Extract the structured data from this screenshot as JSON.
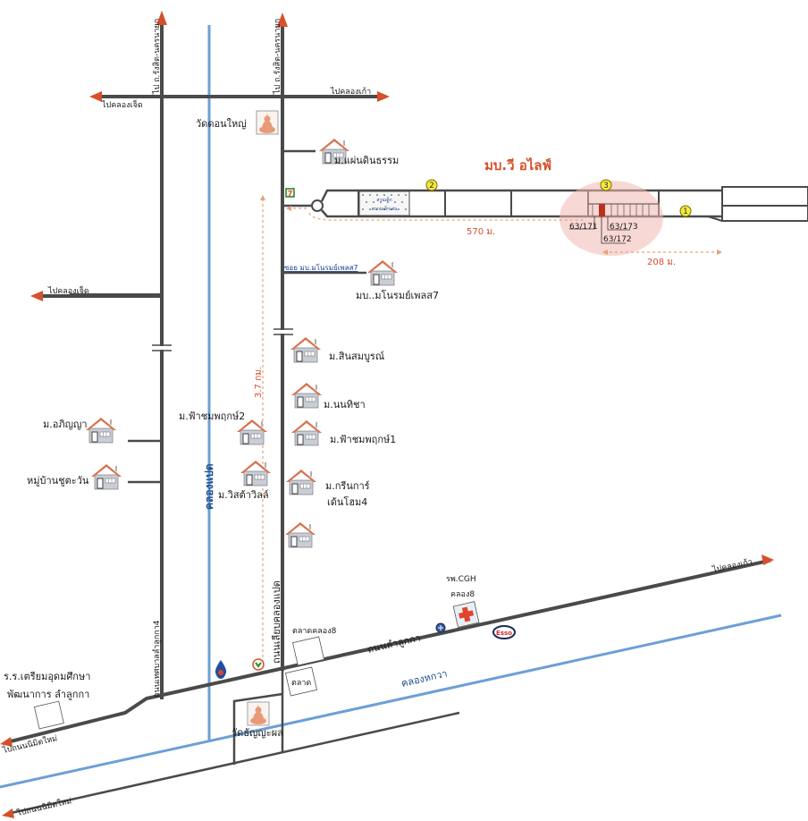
{
  "map": {
    "title": "มบ.วี อไลฟ์",
    "colors": {
      "road": "#4a4a4a",
      "canal": "#6c9fd6",
      "arrow": "#d6502a",
      "highlight": "#f2b8b0",
      "target_plot": "#b8321e",
      "marker": "#f5ea3c"
    },
    "directions": {
      "to_rangsit_left": "ไป ถ.รังสิต-นครนายก",
      "to_rangsit_right": "ไป ถ.รังสิต-นครนายก",
      "to_khlong7_top": "ไปคลองเจ็ด",
      "to_khlong9_top": "ไปคลองเก้า",
      "to_khlong7_mid": "ไปคลองเจ็ด",
      "to_khlong9_bottom": "ไปคลองเก้า",
      "to_nimit_mai_1": "ไปถนนนิมิตใหม่",
      "to_nimit_mai_2": "ไปถนนนิมิตใหม่"
    },
    "roads": {
      "lam_luk_ka": "ถนนลำลูกกา",
      "thetsaban_lam_luk_ka_4": "ถนนเทศบาลลำลูกกา4",
      "liap_khlong_8": "ถนนเลียบคลองแปด",
      "soi_monrose": "ซอย มบ.มโนรมย์เพลส7"
    },
    "canals": {
      "khlong_8": "คลองแปด",
      "khlong_hok_wa": "คลองหกวา"
    },
    "landmarks": {
      "wat_don_yai": "วัดดอนใหญ่",
      "wat_thanyaphon": "วัดธัญญะผล",
      "hospital_line1": "รพ.CGH",
      "hospital_line2": "คลอง8",
      "market_khlong_8": "ตลาดคลอง8",
      "market": "ตลาด",
      "school_line1": "ร.ร.เตรียมอุดมศึกษา",
      "school_line2": "พัฒนาการ ลำลูกกา",
      "esso": "Esso",
      "seven_eleven": "7",
      "playground_line1": "สวนเด็ก",
      "playground_line2": "สนามเด็กเล่น"
    },
    "villages": [
      {
        "name": "ม.แผ่นดินธรรม"
      },
      {
        "name": "มบ..มโนรมย์เพลส7"
      },
      {
        "name": "ม.สินสมบูรณ์"
      },
      {
        "name": "ม.นนทิชา"
      },
      {
        "name": "ม.ฟ้าชมพฤกษ์1"
      },
      {
        "name": "ม.ฟ้าชมพฤกษ์2"
      },
      {
        "name": "ม.กรีนการ์"
      },
      {
        "name": "เด้นโฮม4"
      },
      {
        "name": "ม.วิสต้าวิลล์"
      },
      {
        "name": "ม.อภิญญา"
      },
      {
        "name": "หมู่บ้านชูตะวัน"
      }
    ],
    "distances": {
      "from_main_road": "3.7 กม.",
      "along_soi": "570 ม.",
      "from_end": "208 ม."
    },
    "plots": {
      "p171": "63/171",
      "p172": "63/172",
      "p173": "63/173"
    },
    "markers": [
      "1",
      "2",
      "3"
    ]
  }
}
